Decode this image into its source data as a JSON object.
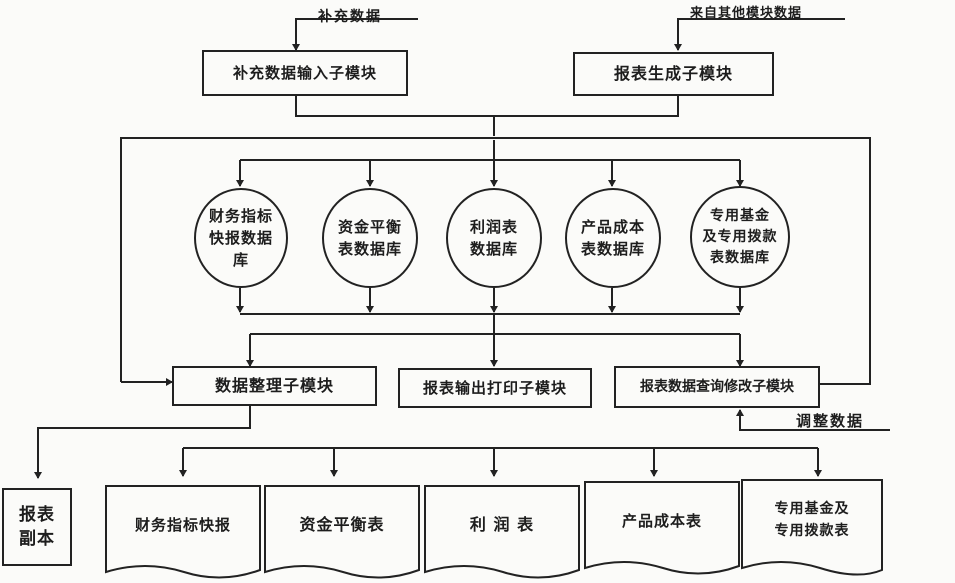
{
  "inputs": {
    "supplement_data": "补充数据",
    "other_module_data": "来自其他模块数据",
    "adjust_data": "调整数据"
  },
  "modules": {
    "supplement_input": "补充数据输入子模块",
    "report_generate": "报表生成子模块",
    "data_organize": "数据整理子模块",
    "report_output": "报表输出打印子模块",
    "report_query": "报表数据查询修改子模块"
  },
  "databases": [
    "财务指标\n快报数据\n库",
    "资金平衡\n表数据库",
    "利润表\n数据库",
    "产品成本\n表数据库",
    "专用基金\n及专用拨款\n表数据库"
  ],
  "copy_doc": "报表\n副本",
  "reports": [
    "财务指标快报",
    "资金平衡表",
    "利  润  表",
    "产品成本表",
    "专用基金及\n专用拨款表"
  ]
}
